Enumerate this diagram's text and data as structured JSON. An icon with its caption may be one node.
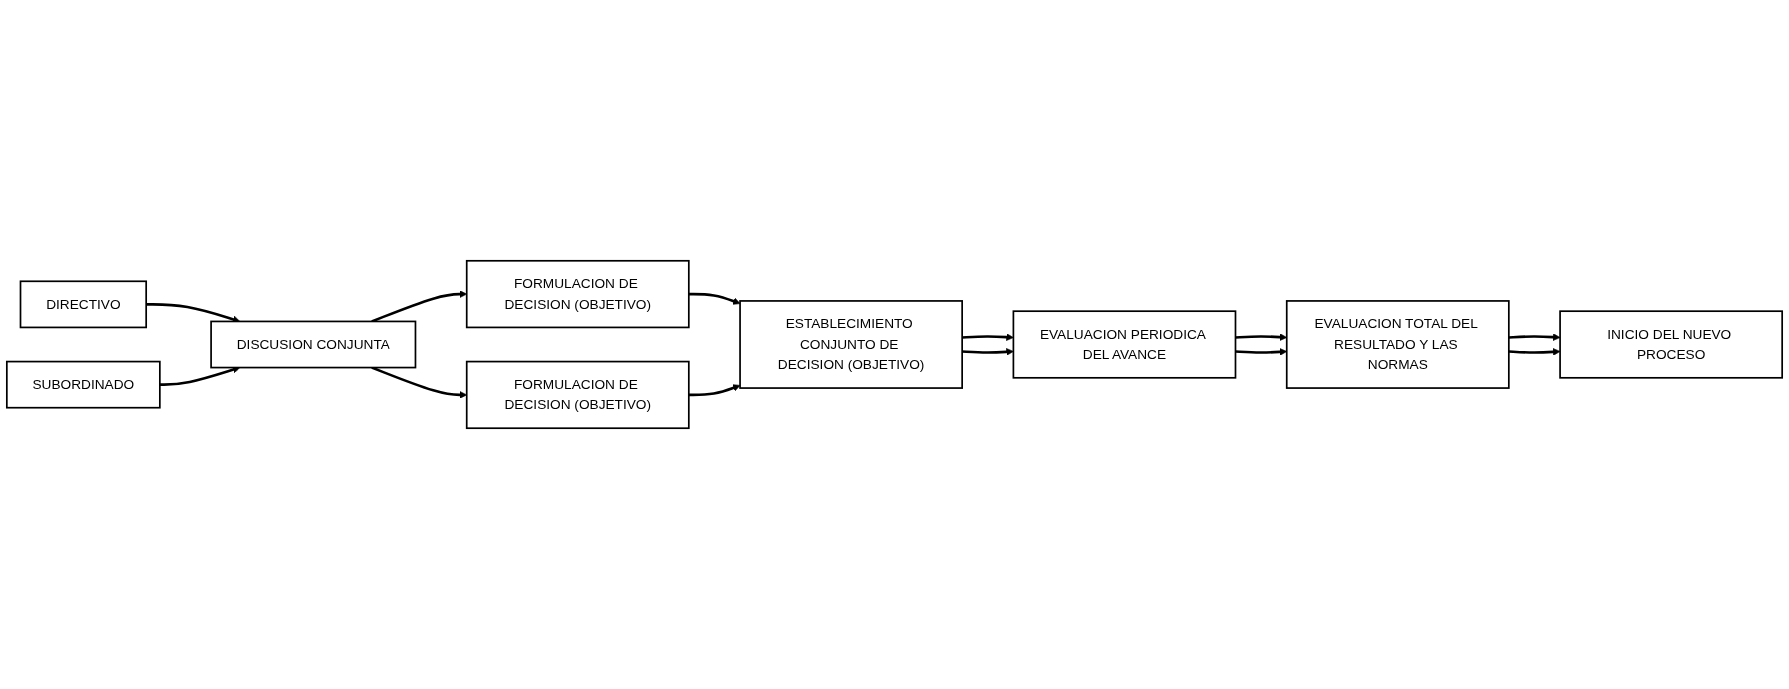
{
  "diagram": {
    "nodes": [
      {
        "text": [
          "DIRECTIVO"
        ]
      },
      {
        "text": [
          "SUBORDINADO"
        ]
      },
      {
        "text": [
          "DISCUSION CONJUNTA"
        ]
      },
      {
        "text": [
          "FORMULACION DE DECISION (OBJETIVO)"
        ]
      },
      {
        "text": [
          "FORMULACION DE DECISION (OBJETIVO)"
        ]
      },
      {
        "text": [
          "ESTABLECIMIENTO CONJUNTO DE DECISION (OBJETIVO)"
        ]
      },
      {
        "text": [
          "EVALUACION PERIODICA DEL AVANCE"
        ]
      },
      {
        "text": [
          "EVALUACION TOTAL DEL RESULTADO Y LAS NORMAS"
        ]
      },
      {
        "text": [
          "INICIO DEL NUEVO PROCESO"
        ]
      }
    ],
    "edges": [
      {
        "from": 0,
        "to": 2,
        "arrow": "to"
      },
      {
        "from": 1,
        "to": 2,
        "arrow": "to"
      },
      {
        "from": 2,
        "to": 3,
        "arrow": "to"
      },
      {
        "from": 2,
        "to": 4,
        "arrow": "to"
      },
      {
        "from": 3,
        "to": 5,
        "arrow": "to"
      },
      {
        "from": 4,
        "to": 5,
        "arrow": "to"
      },
      {
        "from": 5,
        "to": 6,
        "arrow": "to"
      },
      {
        "from": 5,
        "to": 6,
        "arrow": "to"
      },
      {
        "from": 6,
        "to": 7,
        "arrow": "to"
      },
      {
        "from": 6,
        "to": 7,
        "arrow": "to"
      },
      {
        "from": 7,
        "to": 8,
        "arrow": "to"
      },
      {
        "from": 7,
        "to": 8,
        "arrow": "to"
      }
    ]
  }
}
